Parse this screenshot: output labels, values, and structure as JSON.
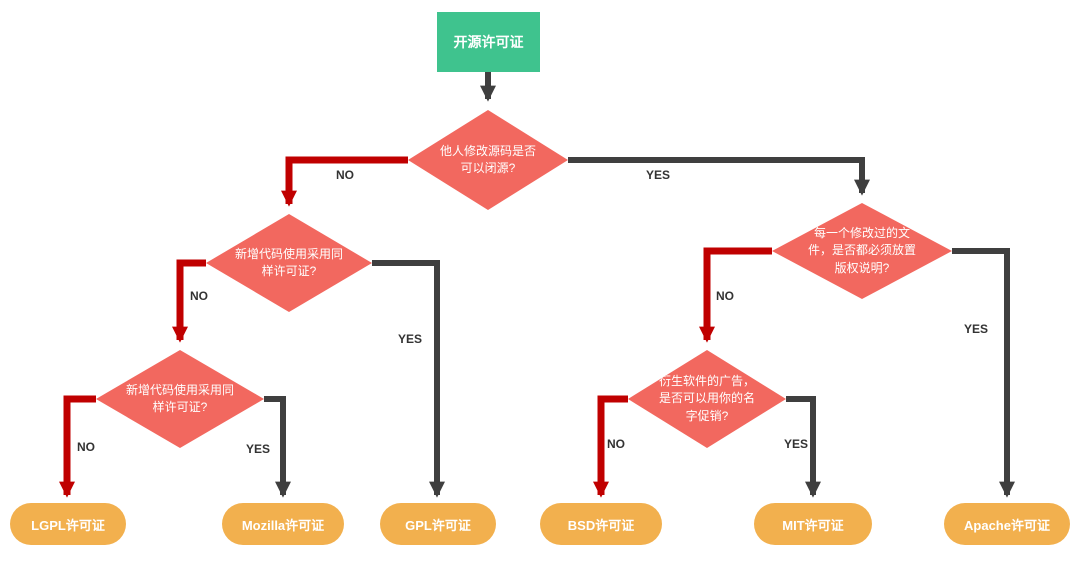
{
  "colors": {
    "root_bg": "#3FC38E",
    "decision_bg": "#F2685F",
    "leaf_bg": "#F2B04E",
    "edge_dark": "#3F3F3F",
    "edge_red": "#C00000",
    "label_text": "#333333"
  },
  "flowchart": {
    "root": {
      "label": "开源许可证"
    },
    "decisions": {
      "d1": {
        "label": "他人修改源码是否可以闭源?"
      },
      "d2": {
        "label": "新增代码使用采用同样许可证?"
      },
      "d3": {
        "label": "新增代码使用采用同样许可证?"
      },
      "d4": {
        "label": "每一个修改过的文件，是否都必须放置版权说明?"
      },
      "d5": {
        "label": "衍生软件的广告，是否可以用你的名字促销?"
      }
    },
    "leaves": {
      "lgpl": {
        "label": "LGPL许可证"
      },
      "mozilla": {
        "label": "Mozilla许可证"
      },
      "gpl": {
        "label": "GPL许可证"
      },
      "bsd": {
        "label": "BSD许可证"
      },
      "mit": {
        "label": "MIT许可证"
      },
      "apache": {
        "label": "Apache许可证"
      }
    },
    "edge_labels": {
      "d1_no": "NO",
      "d1_yes": "YES",
      "d2_no": "NO",
      "d2_yes": "YES",
      "d3_no": "NO",
      "d3_yes": "YES",
      "d4_no": "NO",
      "d4_yes": "YES",
      "d5_no": "NO",
      "d5_yes": "YES"
    }
  }
}
